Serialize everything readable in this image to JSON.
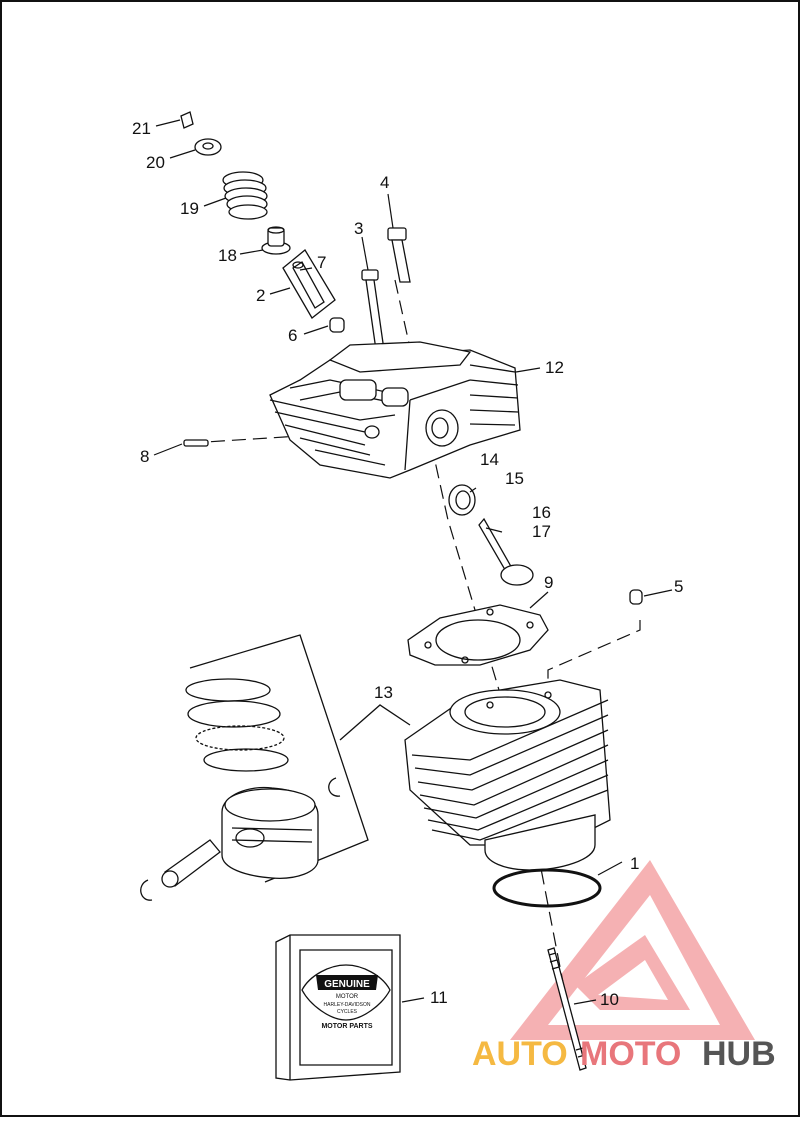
{
  "callouts": [
    {
      "id": "c1",
      "label": "1"
    },
    {
      "id": "c2",
      "label": "2"
    },
    {
      "id": "c3",
      "label": "3"
    },
    {
      "id": "c4",
      "label": "4"
    },
    {
      "id": "c5",
      "label": "5"
    },
    {
      "id": "c6",
      "label": "6"
    },
    {
      "id": "c7",
      "label": "7"
    },
    {
      "id": "c8",
      "label": "8"
    },
    {
      "id": "c9",
      "label": "9"
    },
    {
      "id": "c10",
      "label": "10"
    },
    {
      "id": "c11",
      "label": "11"
    },
    {
      "id": "c12",
      "label": "12"
    },
    {
      "id": "c13",
      "label": "13"
    },
    {
      "id": "c14",
      "label": "14"
    },
    {
      "id": "c15",
      "label": "15"
    },
    {
      "id": "c16",
      "label": "16"
    },
    {
      "id": "c17",
      "label": "17"
    },
    {
      "id": "c18",
      "label": "18"
    },
    {
      "id": "c19",
      "label": "19"
    },
    {
      "id": "c20",
      "label": "20"
    },
    {
      "id": "c21",
      "label": "21"
    }
  ],
  "badge": {
    "line1": "GENUINE",
    "line2": "MOTOR",
    "line3": "HARLEY-DAVIDSON",
    "line4": "CYCLES",
    "line5": "MOTOR PARTS"
  },
  "watermark": {
    "auto": "AUTO",
    "moto": "MOTO",
    "hub": "HUB",
    "auto_color": "#f5b942",
    "moto_color": "#e8767b",
    "hub_color": "#555555"
  }
}
